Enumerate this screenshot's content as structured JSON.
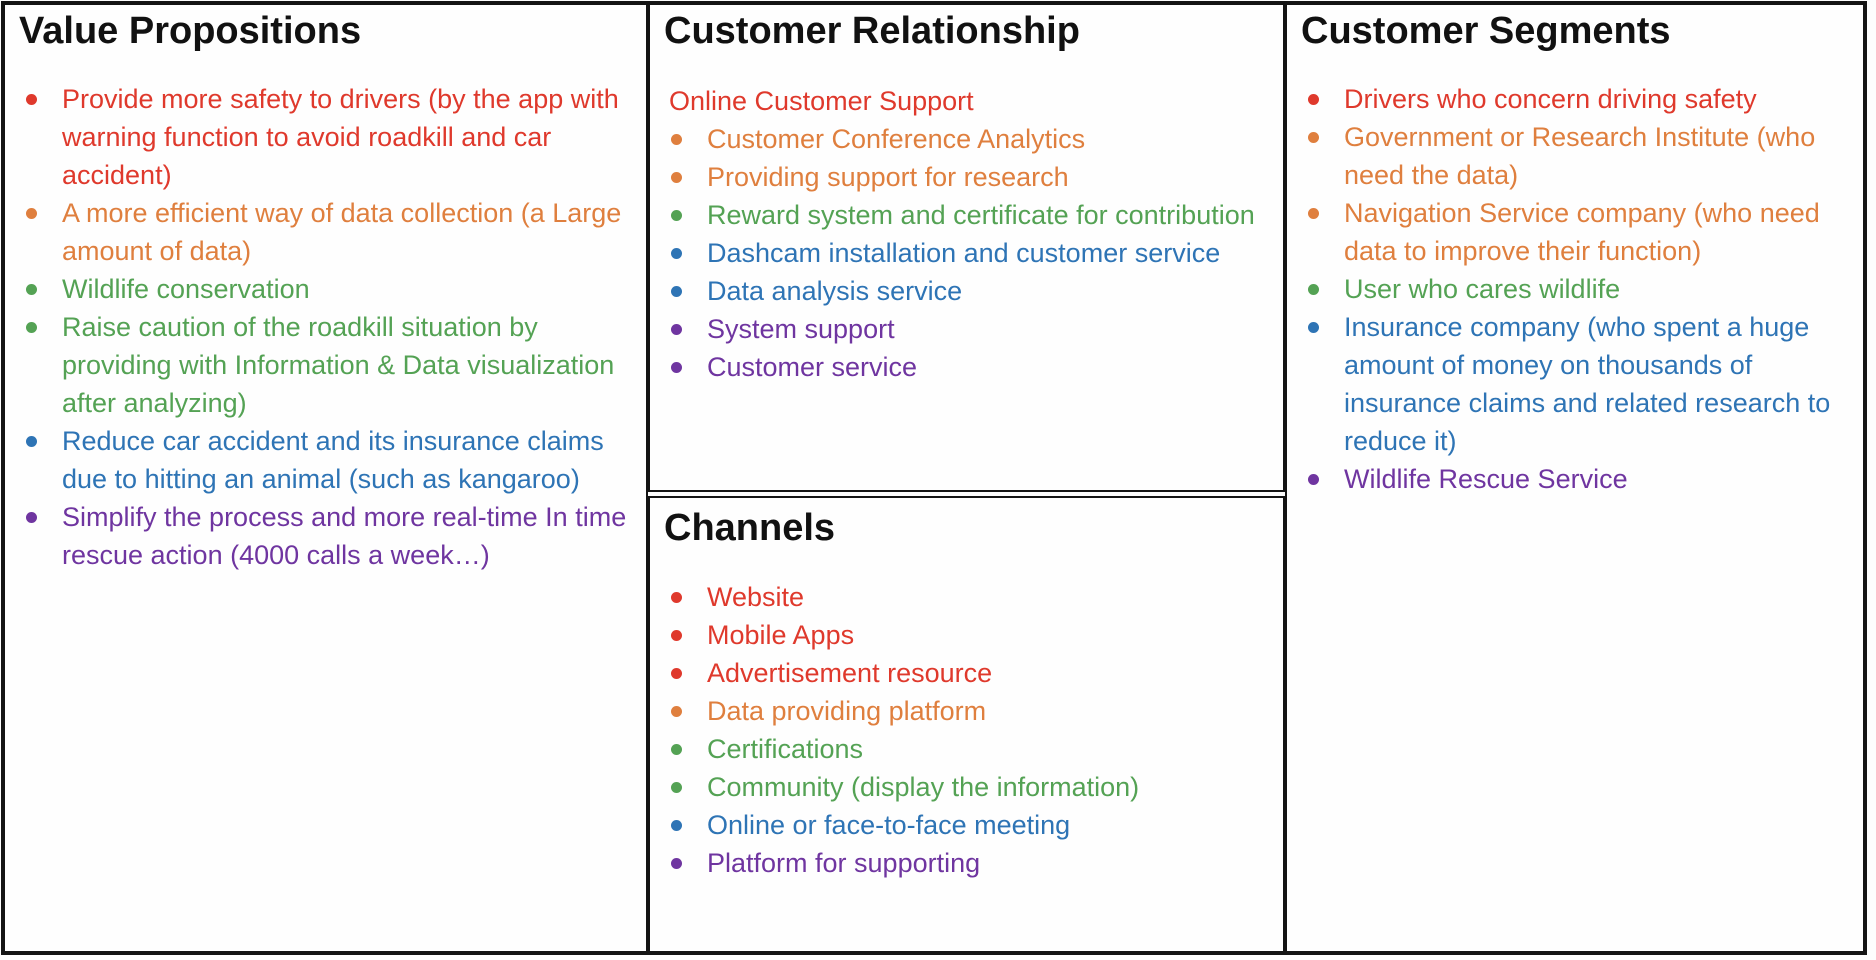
{
  "palette": {
    "red": "#DF392C",
    "orange": "#DF7F3E",
    "green": "#54A254",
    "blue": "#2E74B5",
    "purple": "#6F35A0",
    "heading": "#111111",
    "border": "#141414"
  },
  "boxes": {
    "value_propositions": {
      "title": "Value Propositions",
      "items": [
        {
          "color": "red",
          "text": "Provide more safety to drivers (by the app with warning function to avoid roadkill and car accident)"
        },
        {
          "color": "orange",
          "text": "A more efficient way of data collection (a Large amount of data)"
        },
        {
          "color": "green",
          "text": "Wildlife conservation"
        },
        {
          "color": "green",
          "text": "Raise caution of the roadkill situation by providing with Information & Data visualization after analyzing)"
        },
        {
          "color": "blue",
          "text": "Reduce car accident and its insurance claims due to hitting an animal (such as kangaroo)"
        },
        {
          "color": "purple",
          "text": "Simplify the process and more real-time In time rescue action (4000 calls a week…)"
        }
      ]
    },
    "customer_relationship": {
      "title": "Customer Relationship",
      "lead": [
        {
          "color": "red",
          "text": "Online Customer Support"
        }
      ],
      "items": [
        {
          "color": "orange",
          "text": "Customer Conference Analytics"
        },
        {
          "color": "orange",
          "text": "Providing support for research"
        },
        {
          "color": "green",
          "text": "Reward system and certificate for contribution"
        },
        {
          "color": "blue",
          "text": "Dashcam installation and customer service"
        },
        {
          "color": "blue",
          "text": "Data analysis service"
        },
        {
          "color": "purple",
          "text": "System support"
        },
        {
          "color": "purple",
          "text": "Customer service"
        }
      ]
    },
    "channels": {
      "title": "Channels",
      "items": [
        {
          "color": "red",
          "text": "Website"
        },
        {
          "color": "red",
          "text": "Mobile Apps"
        },
        {
          "color": "red",
          "text": "Advertisement resource"
        },
        {
          "color": "orange",
          "text": "Data providing platform"
        },
        {
          "color": "green",
          "text": "Certifications"
        },
        {
          "color": "green",
          "text": "Community (display the information)"
        },
        {
          "color": "blue",
          "text": "Online or face-to-face meeting"
        },
        {
          "color": "purple",
          "text": "Platform for supporting"
        }
      ]
    },
    "customer_segments": {
      "title": "Customer Segments",
      "items": [
        {
          "color": "red",
          "text": "Drivers who concern driving safety"
        },
        {
          "color": "orange",
          "text": "Government or Research Institute (who need the data)"
        },
        {
          "color": "orange",
          "text": "Navigation Service company (who need data to improve their function)"
        },
        {
          "color": "green",
          "text": "User who cares wildlife"
        },
        {
          "color": "blue",
          "text": "Insurance company (who spent a huge amount of money on thousands of insurance claims and related research to reduce it)"
        },
        {
          "color": "purple",
          "text": "Wildlife Rescue Service"
        }
      ]
    }
  }
}
